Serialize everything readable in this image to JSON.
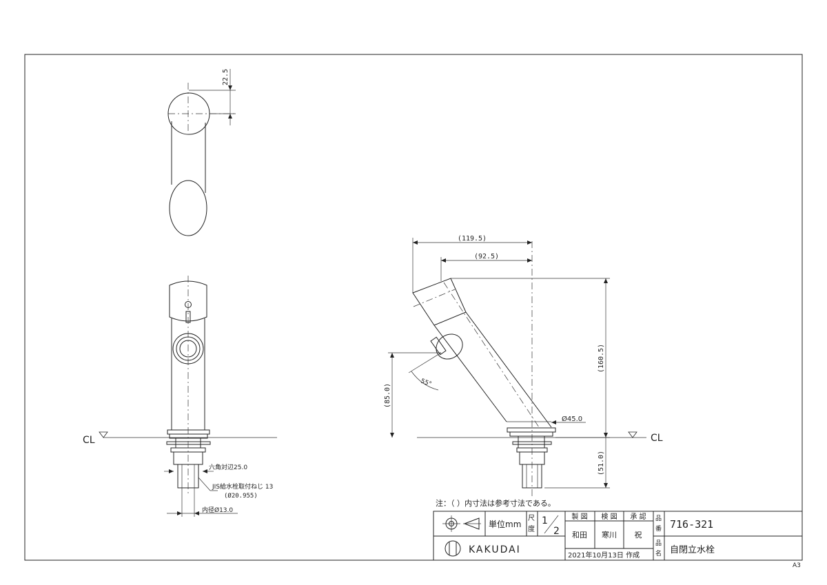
{
  "dimensions": {
    "top_offset": "22.5",
    "width_outer": "(119.5)",
    "width_inner": "(92.5)",
    "height_total": "(160.5)",
    "height_lever": "(85.0)",
    "height_below": "(51.0)",
    "angle": "55°",
    "base_dia": "Ø45.0",
    "hex": "六角対辺25.0",
    "thread": "JIS給水栓取付ねじ 13",
    "thread_dia": "(Ø20.955)",
    "inner_dia": "内径Ø13.0"
  },
  "labels": {
    "cl_left": "CL",
    "cl_right": "CL",
    "note": "注：（ ）内寸法は参考寸法である。",
    "sheet_size": "A3"
  },
  "title_block": {
    "unit_label": "単位mm",
    "scale_label_1": "尺",
    "scale_label_2": "度",
    "scale_num": "1",
    "scale_den": "2",
    "col_make": "製 図",
    "col_check": "検 図",
    "col_approve": "承 認",
    "name_make": "和田",
    "name_check": "寒川",
    "name_approve": "祝",
    "partno_label_1": "品",
    "partno_label_2": "番",
    "part_number": "716-321",
    "name_label_1": "品",
    "name_label_2": "名",
    "product_name": "自閉立水栓",
    "date": "2021年10月13日 作成",
    "brand": "KAKUDAI"
  }
}
